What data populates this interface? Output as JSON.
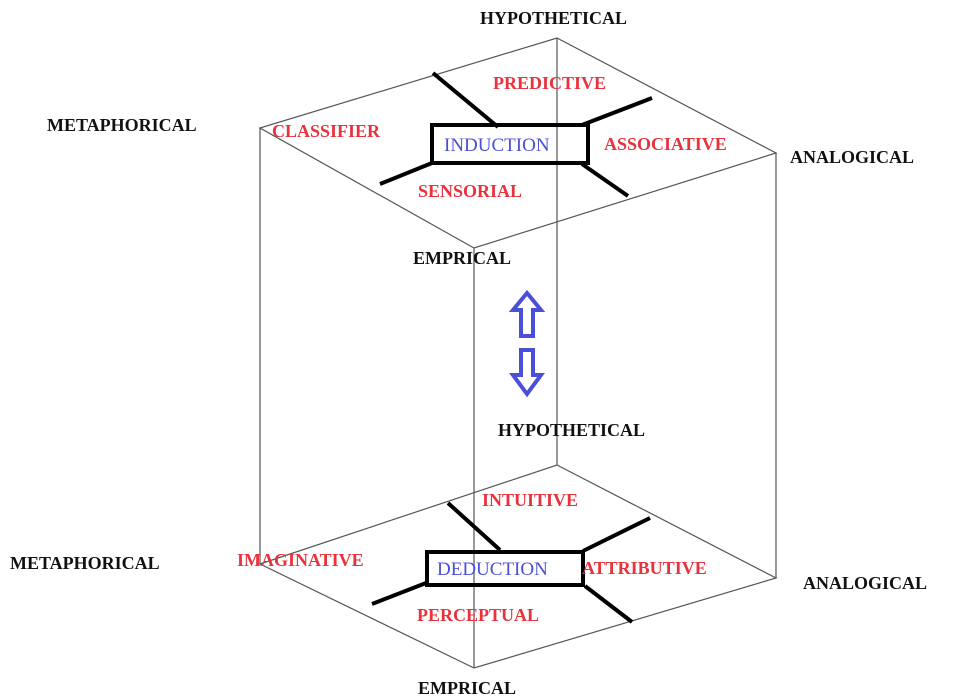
{
  "top_face": {
    "corner_back": "HYPOTHETICAL",
    "corner_left": "METAPHORICAL",
    "corner_right": "ANALOGICAL",
    "corner_front": "EMPRICAL",
    "center": "INDUCTION",
    "quadrant_top": "PREDICTIVE",
    "quadrant_left": "CLASSIFIER",
    "quadrant_right": "ASSOCIATIVE",
    "quadrant_bottom": "SENSORIAL"
  },
  "bottom_face": {
    "corner_back": "HYPOTHETICAL",
    "corner_left": "METAPHORICAL",
    "corner_right": "ANALOGICAL",
    "corner_front": "EMPRICAL",
    "center": "DEDUCTION",
    "quadrant_top": "INTUITIVE",
    "quadrant_left": "IMAGINATIVE",
    "quadrant_right": "ATTRIBUTIVE",
    "quadrant_bottom": "PERCEPTUAL"
  },
  "colors": {
    "corner_labels": "#111111",
    "quadrant_labels": "#e8323c",
    "center_labels": "#4a4fd8",
    "arrows": "#4a4fd8"
  },
  "icons": {
    "up": "up-arrow-icon",
    "down": "down-arrow-icon"
  }
}
